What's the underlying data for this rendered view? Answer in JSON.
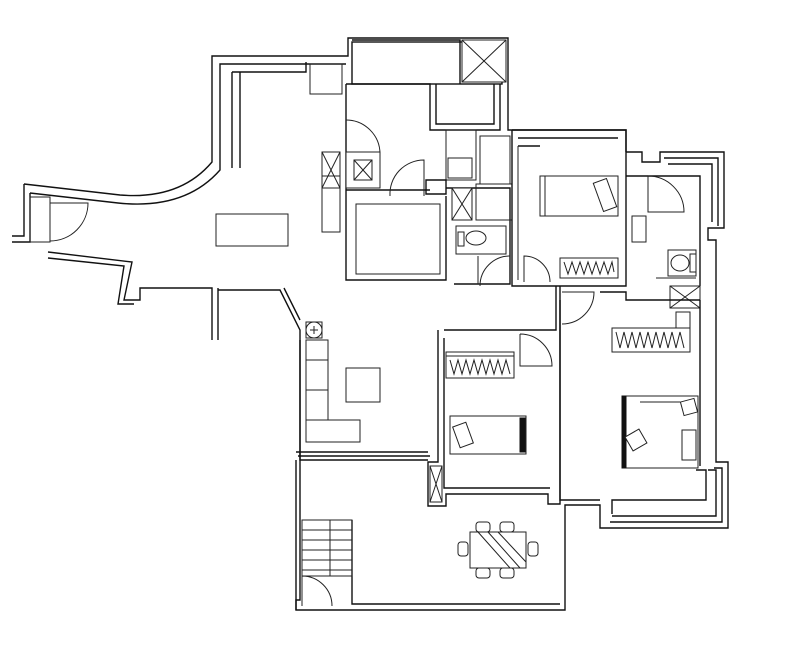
{
  "drawing": {
    "kind": "floor plan",
    "colors": {
      "line": "#111111",
      "background": "#ffffff"
    },
    "rooms": [
      "living-dining",
      "kitchen",
      "bathroom-1",
      "bedroom-1",
      "bathroom-2",
      "bedroom-2",
      "bedroom-3",
      "balcony",
      "entrance"
    ],
    "furniture": [
      "sofa",
      "coffee-table",
      "dining-table",
      "dining-chairs",
      "beds",
      "wardrobes",
      "toilets",
      "sinks",
      "stove",
      "staircase"
    ]
  }
}
